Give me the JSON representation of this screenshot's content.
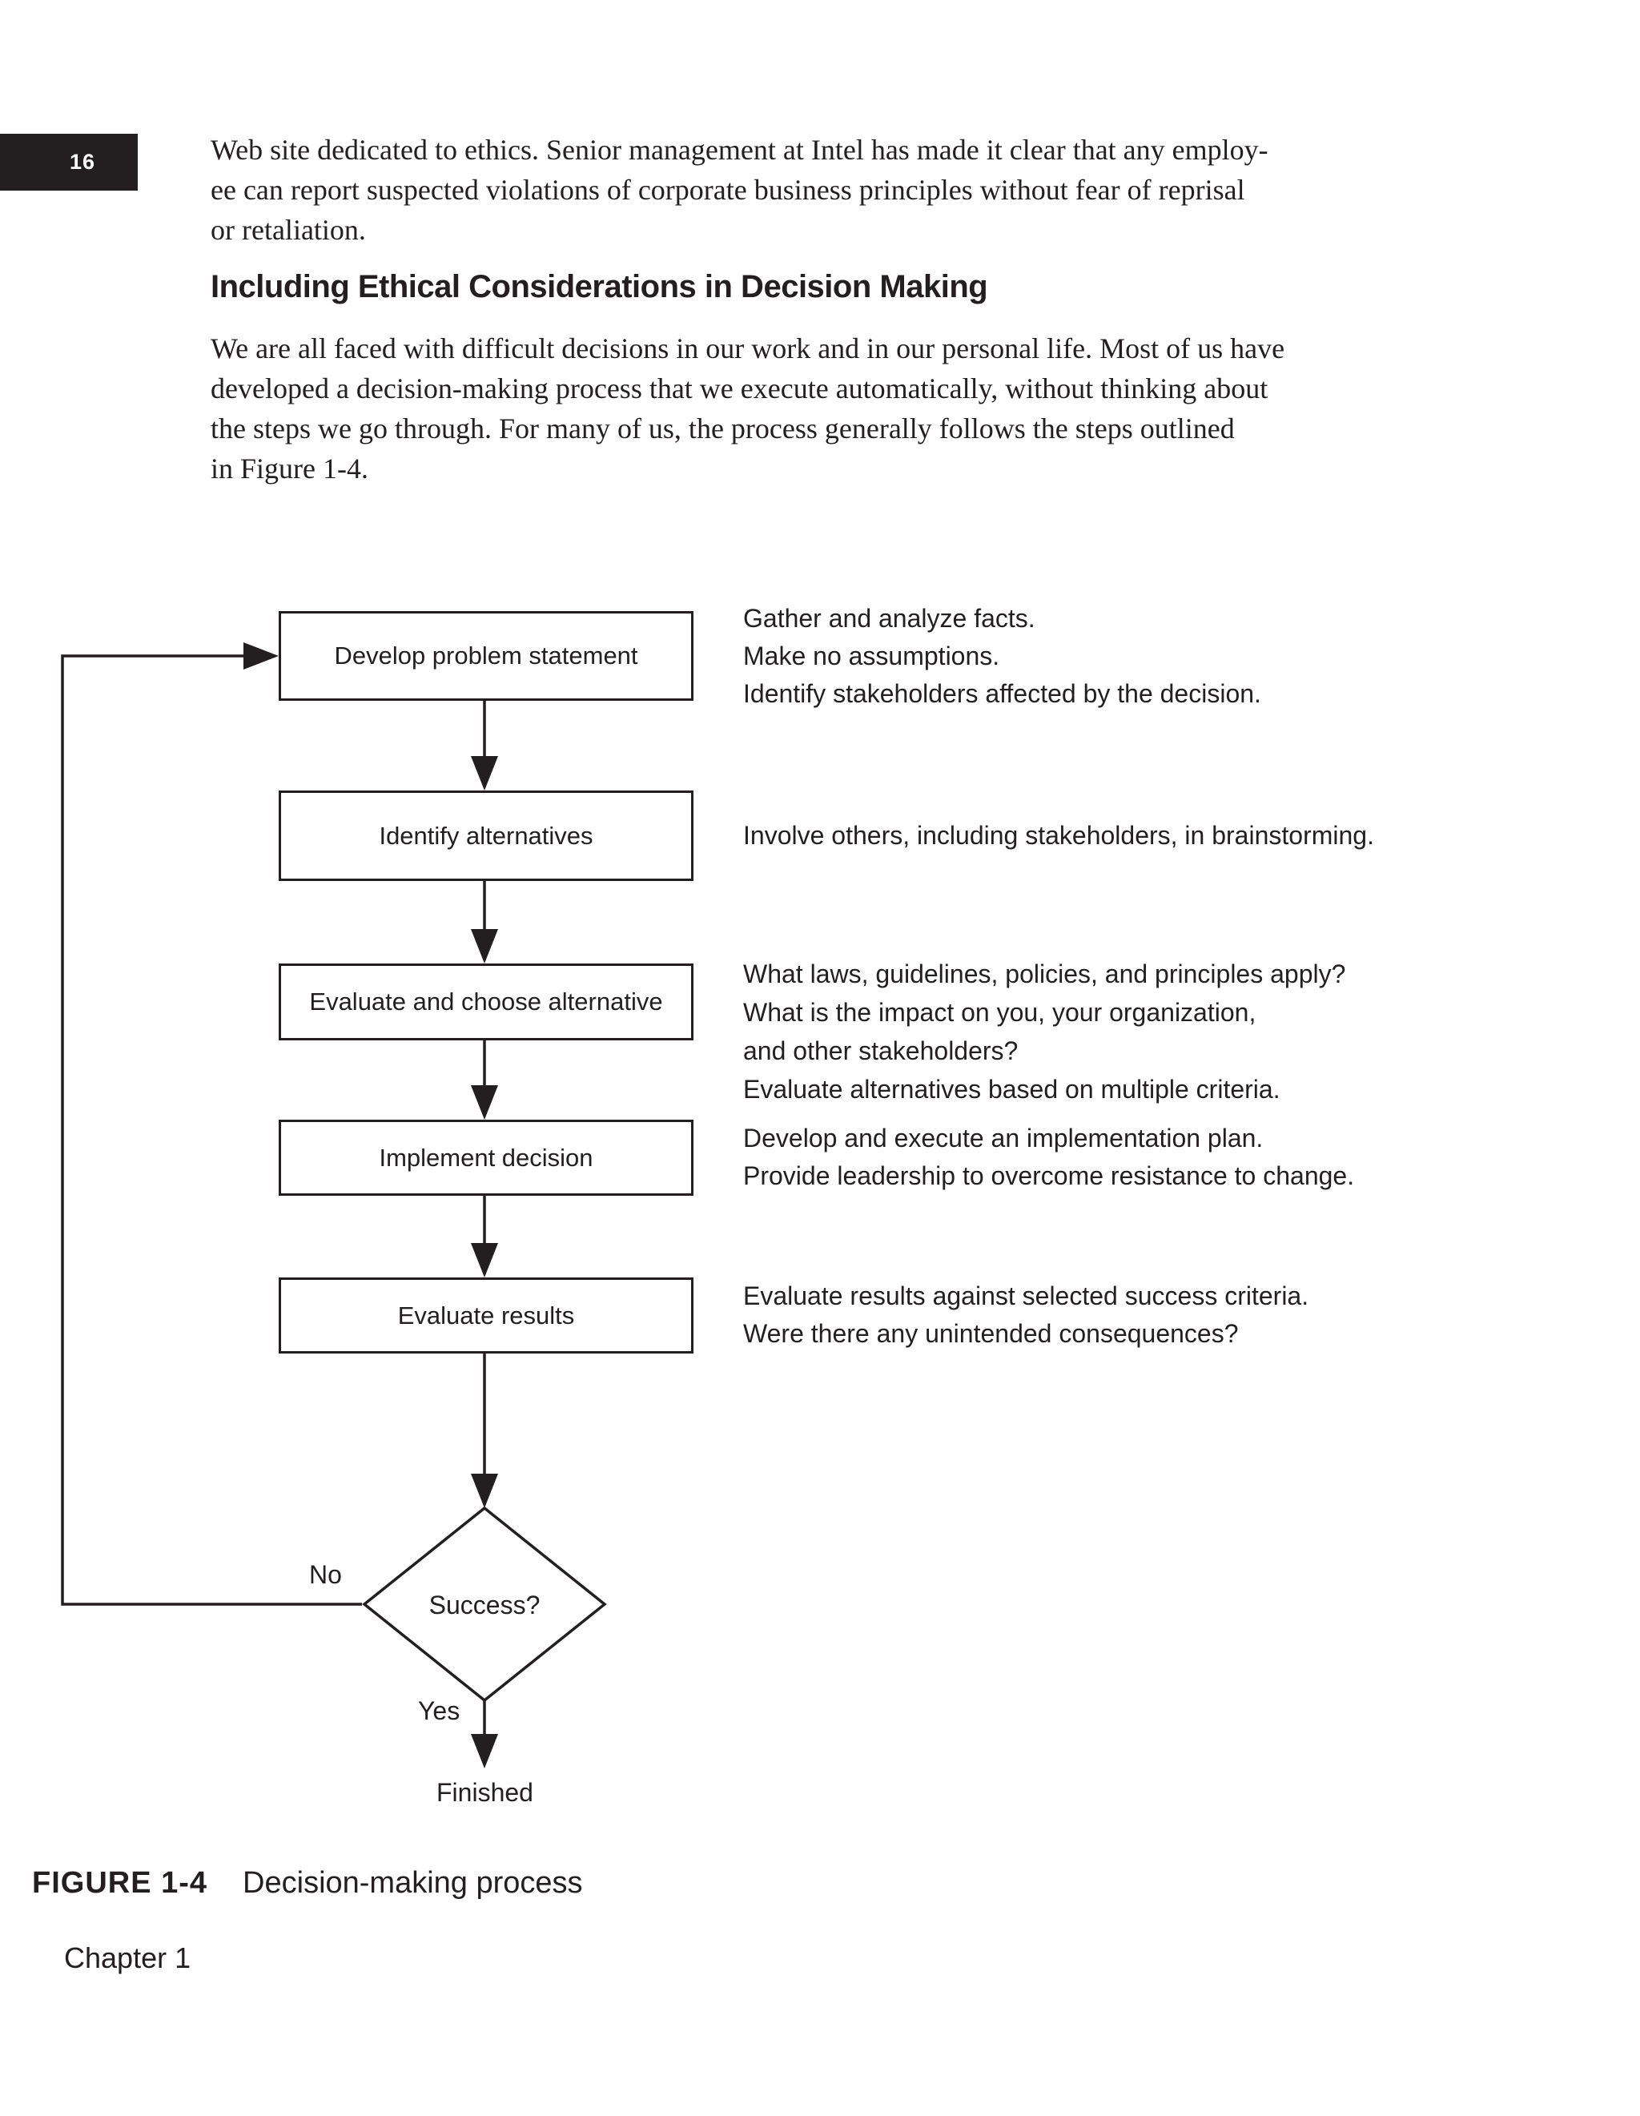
{
  "page": {
    "page_number": "16",
    "chapter_footer": "Chapter 1"
  },
  "intro": {
    "lines": [
      "Web site dedicated to ethics. Senior management at Intel has made it clear that any employ-",
      "ee can report suspected violations of corporate business principles without fear of reprisal",
      "or retaliation."
    ]
  },
  "section": {
    "heading": "Including Ethical Considerations in Decision Making",
    "body_lines": [
      "We are all faced with difficult decisions in our work and in our personal life. Most of us have",
      "developed a decision-making process that we execute automatically, without thinking about",
      "the steps we go through. For many of us, the process generally follows the steps outlined",
      "in Figure 1-4."
    ]
  },
  "figure": {
    "caption_label": "FIGURE 1-4",
    "caption_text": "Decision-making process",
    "flowchart": {
      "steps": [
        {
          "label": "Develop problem statement",
          "annotation_lines": [
            "Gather and analyze facts.",
            "Make no assumptions.",
            "Identify stakeholders affected by the decision."
          ]
        },
        {
          "label": "Identify alternatives",
          "annotation_lines": [
            "Involve others, including stakeholders, in brainstorming."
          ]
        },
        {
          "label": "Evaluate and choose alternative",
          "annotation_lines": [
            "What laws, guidelines, policies, and principles apply?",
            "What is the impact on you, your organization,",
            "and other stakeholders?",
            "Evaluate alternatives based on multiple criteria."
          ]
        },
        {
          "label": "Implement decision",
          "annotation_lines": [
            "Develop and execute an implementation plan.",
            "Provide leadership to overcome resistance to change."
          ]
        },
        {
          "label": "Evaluate results",
          "annotation_lines": [
            "Evaluate results against selected success criteria.",
            "Were there any unintended consequences?"
          ]
        }
      ],
      "decision": {
        "label": "Success?",
        "no_label": "No",
        "yes_label": "Yes",
        "end_label": "Finished"
      }
    }
  },
  "colors": {
    "ink": "#231f20",
    "page_bg": "#ffffff",
    "page_number_bg": "#231f20",
    "page_number_fg": "#ffffff"
  }
}
